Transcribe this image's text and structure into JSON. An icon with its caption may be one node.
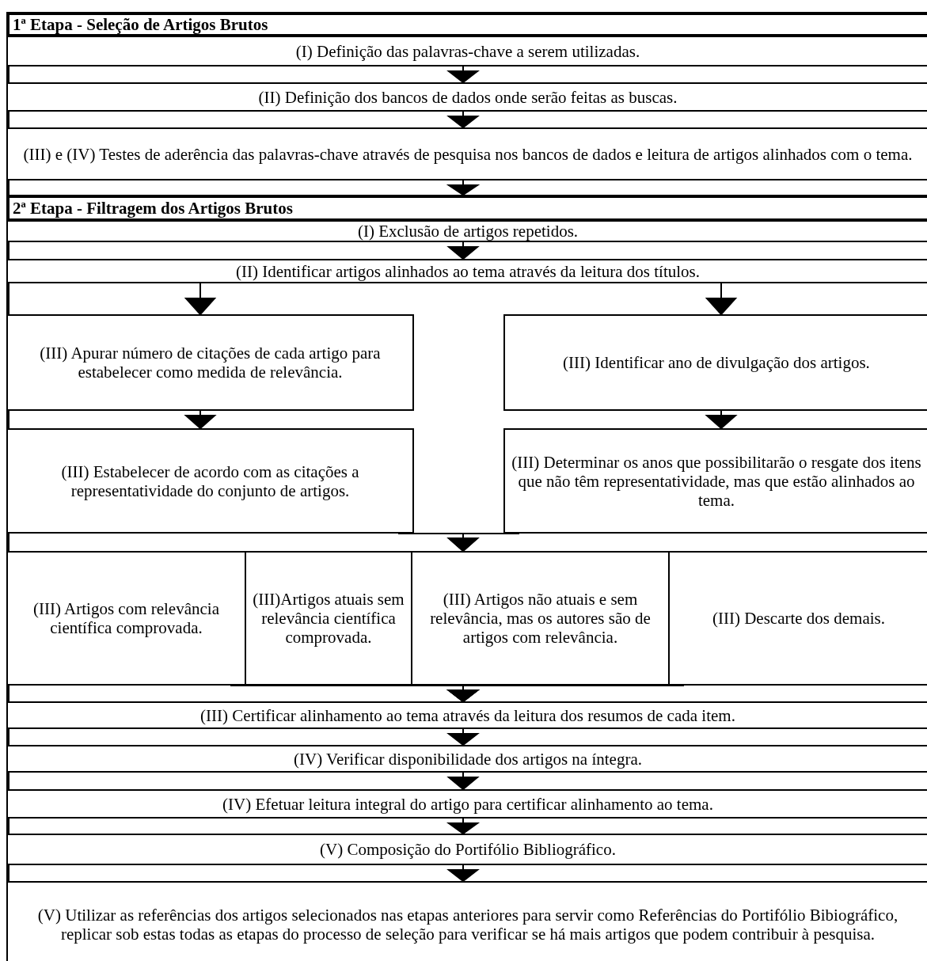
{
  "diagram": {
    "nodes": [
      {
        "text": [
          "1ª Etapa - Seleção de Artigos Brutos"
        ]
      },
      {
        "text": [
          "(I) Definição das palavras-chave a serem utilizadas."
        ]
      },
      {
        "text": [
          "(II) Definição dos bancos de dados onde serão feitas as buscas."
        ]
      },
      {
        "text": [
          "(III) e (IV) Testes de aderência das palavras-chave através de pesquisa nos bancos de dados e leitura de artigos alinhados com o tema."
        ]
      },
      {
        "text": [
          "2ª Etapa - Filtragem dos Artigos Brutos"
        ]
      },
      {
        "text": [
          "(I) Exclusão de artigos repetidos."
        ]
      },
      {
        "text": [
          "(II) Identificar artigos alinhados ao tema através da leitura dos títulos."
        ]
      },
      {
        "text": [
          "(III) Apurar número de citações de cada artigo para estabelecer como medida de relevância."
        ]
      },
      {
        "text": [
          "(III) Identificar ano de divulgação dos artigos."
        ]
      },
      {
        "text": [
          "(III) Estabelecer de acordo com as citações a representatividade do conjunto de artigos."
        ]
      },
      {
        "text": [
          "(III) Determinar os anos que possibilitarão o resgate dos itens que não têm representatividade, mas que estão alinhados ao tema."
        ]
      },
      {
        "text": [
          "(III) Artigos com relevância científica comprovada."
        ]
      },
      {
        "text": [
          "(III)Artigos atuais sem relevância científica comprovada."
        ]
      },
      {
        "text": [
          "(III) Artigos não atuais e sem relevância, mas os autores são de artigos com relevância."
        ]
      },
      {
        "text": [
          "(III) Descarte dos demais."
        ]
      },
      {
        "text": [
          "(III) Certificar alinhamento ao tema através da leitura dos resumos de cada item."
        ]
      },
      {
        "text": [
          "(IV) Verificar disponibilidade dos artigos na íntegra."
        ]
      },
      {
        "text": [
          "(IV) Efetuar leitura integral do artigo para certificar alinhamento ao tema."
        ]
      },
      {
        "text": [
          "(V) Composição do Portifólio Bibliográfico."
        ]
      },
      {
        "text": [
          "(V) Utilizar as referências dos artigos selecionados nas etapas anteriores  para servir como Referências do Portifólio Bibiográfico, replicar sob estas todas as etapas do processo de seleção para verificar se há mais artigos que podem contribuir à pesquisa."
        ]
      }
    ],
    "edges": [
      {
        "from": 1,
        "to": 2,
        "arrow": "to"
      },
      {
        "from": 2,
        "to": 3,
        "arrow": "to"
      },
      {
        "from": 3,
        "to": 4,
        "arrow": "to"
      },
      {
        "from": 5,
        "to": 6,
        "arrow": "to"
      },
      {
        "from": 6,
        "to": 7,
        "arrow": "to"
      },
      {
        "from": 6,
        "to": 8,
        "arrow": "to"
      },
      {
        "from": 7,
        "to": 9,
        "arrow": "to"
      },
      {
        "from": 8,
        "to": 10,
        "arrow": "to"
      },
      {
        "from": 9,
        "to": 13,
        "arrow": "to"
      },
      {
        "from": 10,
        "to": 13,
        "arrow": "to"
      },
      {
        "from": 11,
        "to": 15,
        "arrow": "to"
      },
      {
        "from": 12,
        "to": 15,
        "arrow": "to"
      },
      {
        "from": 13,
        "to": 15,
        "arrow": "to"
      },
      {
        "from": 14,
        "to": 15,
        "arrow": "to"
      },
      {
        "from": 15,
        "to": 16,
        "arrow": "to"
      },
      {
        "from": 16,
        "to": 17,
        "arrow": "to"
      },
      {
        "from": 17,
        "to": 18,
        "arrow": "to"
      },
      {
        "from": 18,
        "to": 19,
        "arrow": "to"
      }
    ]
  }
}
